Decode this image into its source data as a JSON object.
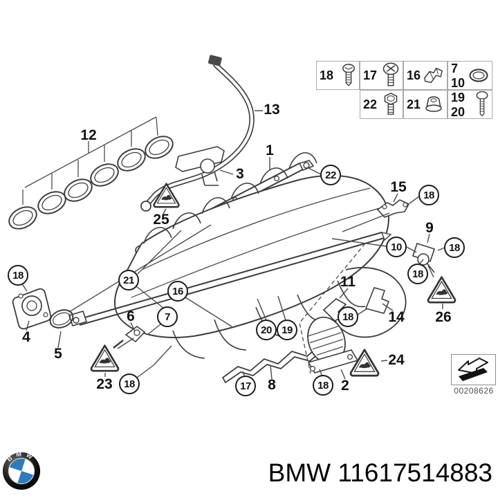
{
  "diagram": {
    "description": "BMW intake manifold exploded parts diagram",
    "callouts": {
      "n1": "1",
      "n2": "2",
      "n3": "3",
      "n4": "4",
      "n5": "5",
      "n6": "6",
      "n8": "8",
      "n9": "9",
      "n11": "11",
      "n12": "12",
      "n13": "13",
      "n14": "14",
      "n15": "15",
      "n23": "23",
      "n24": "24",
      "n25": "25",
      "n26": "26",
      "c7": "7",
      "c10": "10",
      "c16": "16",
      "c17": "17",
      "c18": "18",
      "c19": "19",
      "c20": "20",
      "c21": "21",
      "c22": "22"
    }
  },
  "legend": {
    "cells": {
      "c18": {
        "num": "18",
        "icon": "pan-head-screw-icon"
      },
      "c17": {
        "num": "17",
        "icon": "phillips-screw-icon"
      },
      "c16": {
        "num": "16",
        "icon": "retaining-clip-icon"
      },
      "c7_10": {
        "num": "7",
        "num2": "10",
        "icon": "o-ring-icon"
      },
      "c22": {
        "num": "22",
        "icon": "hex-bolt-icon"
      },
      "c21": {
        "num": "21",
        "icon": "flange-nut-icon"
      },
      "c19_20": {
        "num": "19",
        "num2": "20",
        "icon": "pan-head-screw-long-icon"
      }
    }
  },
  "stamp": {
    "code": "00208626",
    "icon": "page-corner-arrow-icon"
  },
  "footer": {
    "make": "BMW",
    "part_number": "11617514883"
  },
  "brand": {
    "logo_letters": "BMW"
  },
  "colors": {
    "line": "#3c3c3c",
    "roundel_blue": "#2e7bbd",
    "stamp_text": "#4d4d4d"
  }
}
